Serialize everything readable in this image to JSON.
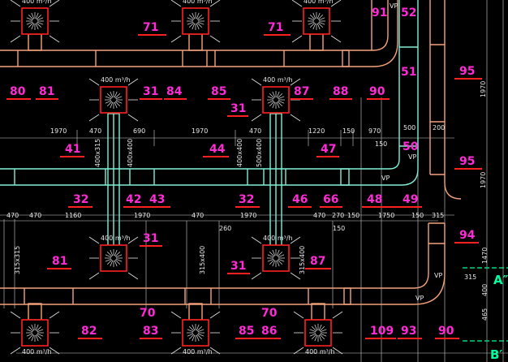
{
  "colors": {
    "supply_duct": "#f4a27a",
    "return_duct": "#7ff0d8",
    "tag": "#ff2bd6",
    "diffuser": "#ff2020",
    "dimension": "#e8e8e8",
    "section": "#00ffa0"
  },
  "flow_label": "400 m³/h",
  "tags": [
    {
      "id": "t91",
      "text": "91"
    },
    {
      "id": "t52",
      "text": "52"
    },
    {
      "id": "t71a",
      "text": "71"
    },
    {
      "id": "t71b",
      "text": "71"
    },
    {
      "id": "t95a",
      "text": "95"
    },
    {
      "id": "t80",
      "text": "80"
    },
    {
      "id": "t81a",
      "text": "81"
    },
    {
      "id": "t31a",
      "text": "31"
    },
    {
      "id": "t84",
      "text": "84"
    },
    {
      "id": "t85a",
      "text": "85"
    },
    {
      "id": "t31b",
      "text": "31"
    },
    {
      "id": "t87a",
      "text": "87"
    },
    {
      "id": "t88",
      "text": "88"
    },
    {
      "id": "t90a",
      "text": "90"
    },
    {
      "id": "t51",
      "text": "51"
    },
    {
      "id": "t41",
      "text": "41"
    },
    {
      "id": "t44",
      "text": "44"
    },
    {
      "id": "t47",
      "text": "47"
    },
    {
      "id": "t50",
      "text": "50"
    },
    {
      "id": "t95b",
      "text": "95"
    },
    {
      "id": "t32a",
      "text": "32"
    },
    {
      "id": "t42",
      "text": "42"
    },
    {
      "id": "t43",
      "text": "43"
    },
    {
      "id": "t32b",
      "text": "32"
    },
    {
      "id": "t46",
      "text": "46"
    },
    {
      "id": "t66",
      "text": "66"
    },
    {
      "id": "t48",
      "text": "48"
    },
    {
      "id": "t49",
      "text": "49"
    },
    {
      "id": "t31c",
      "text": "31"
    },
    {
      "id": "t94",
      "text": "94"
    },
    {
      "id": "t81b",
      "text": "81"
    },
    {
      "id": "t31d",
      "text": "31"
    },
    {
      "id": "t87b",
      "text": "87"
    },
    {
      "id": "t70a",
      "text": "70"
    },
    {
      "id": "t70b",
      "text": "70"
    },
    {
      "id": "t82",
      "text": "82"
    },
    {
      "id": "t83",
      "text": "83"
    },
    {
      "id": "t85b",
      "text": "85"
    },
    {
      "id": "t86",
      "text": "86"
    },
    {
      "id": "t109",
      "text": "109"
    },
    {
      "id": "t93",
      "text": "93"
    },
    {
      "id": "t90b",
      "text": "90"
    }
  ],
  "dimensions": [
    {
      "id": "d1970a",
      "text": "1970"
    },
    {
      "id": "d470a",
      "text": "470"
    },
    {
      "id": "d690",
      "text": "690"
    },
    {
      "id": "d1970b",
      "text": "1970"
    },
    {
      "id": "d470b",
      "text": "470"
    },
    {
      "id": "d1220",
      "text": "1220"
    },
    {
      "id": "d150a",
      "text": "150"
    },
    {
      "id": "d970",
      "text": "970"
    },
    {
      "id": "d500",
      "text": "500"
    },
    {
      "id": "d200",
      "text": "200"
    },
    {
      "id": "d150b",
      "text": "150"
    },
    {
      "id": "d400x315",
      "text": "400x315"
    },
    {
      "id": "d400x400a",
      "text": "400x400"
    },
    {
      "id": "d400x400b",
      "text": "400x400"
    },
    {
      "id": "d500x400",
      "text": "500x400"
    },
    {
      "id": "d470c",
      "text": "470"
    },
    {
      "id": "d470d",
      "text": "470"
    },
    {
      "id": "d1160",
      "text": "1160"
    },
    {
      "id": "d1970c",
      "text": "1970"
    },
    {
      "id": "d470e",
      "text": "470"
    },
    {
      "id": "d1970d",
      "text": "1970"
    },
    {
      "id": "d470f",
      "text": "470"
    },
    {
      "id": "d270",
      "text": "270"
    },
    {
      "id": "d150c",
      "text": "150"
    },
    {
      "id": "d1750",
      "text": "1750"
    },
    {
      "id": "d150d",
      "text": "150"
    },
    {
      "id": "d315a",
      "text": "315"
    },
    {
      "id": "d260",
      "text": "260"
    },
    {
      "id": "d150e",
      "text": "150"
    },
    {
      "id": "d315x315",
      "text": "315x315"
    },
    {
      "id": "d315x400a",
      "text": "315x400"
    },
    {
      "id": "d315x400b",
      "text": "315x400"
    },
    {
      "id": "d1470",
      "text": "1470"
    },
    {
      "id": "d315b",
      "text": "315"
    },
    {
      "id": "d400",
      "text": "400"
    },
    {
      "id": "d465",
      "text": "465"
    },
    {
      "id": "d1970e",
      "text": "1970"
    },
    {
      "id": "d1970f",
      "text": "1970"
    },
    {
      "id": "dVPa",
      "text": "VP"
    },
    {
      "id": "dVPb",
      "text": "VP"
    },
    {
      "id": "dVPc",
      "text": "VP"
    },
    {
      "id": "dVPd",
      "text": "VP"
    },
    {
      "id": "dVPe",
      "text": "VP"
    }
  ],
  "section_marks": [
    {
      "id": "sA",
      "text": "A″"
    },
    {
      "id": "sB",
      "text": "B′"
    }
  ]
}
